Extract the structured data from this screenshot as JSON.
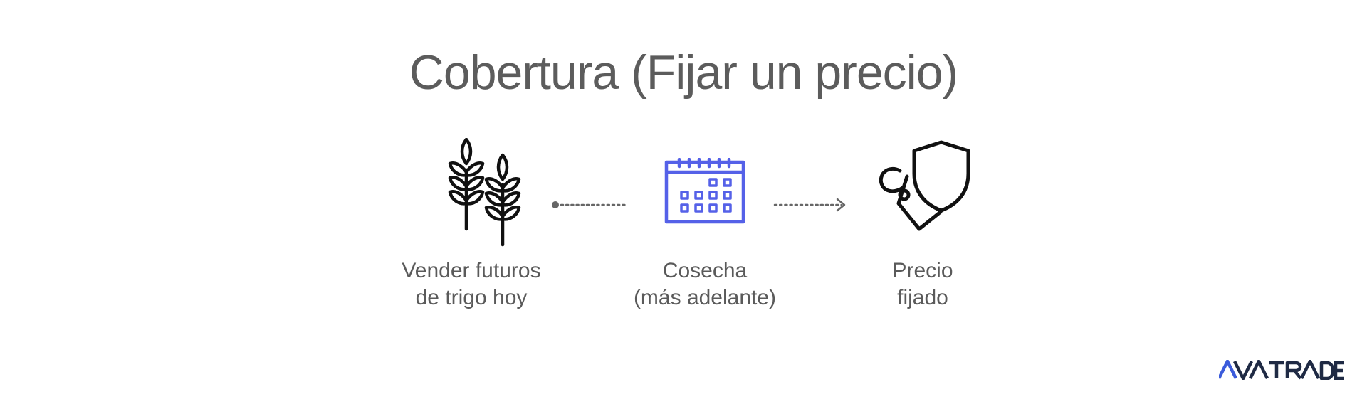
{
  "diagram": {
    "title": "Cobertura (Fijar un precio)",
    "steps": [
      {
        "icon": "wheat-icon",
        "line1": "Vender futuros",
        "line2": "de trigo hoy"
      },
      {
        "icon": "calendar-icon",
        "line1": "Cosecha",
        "line2": "(más adelante)"
      },
      {
        "icon": "price-tag-shield-icon",
        "line1": "Precio",
        "line2": "fijado"
      }
    ],
    "colors": {
      "text": "#5c5c5c",
      "icon_dark": "#111111",
      "calendar_accent": "#5561e8",
      "connector": "#666666"
    }
  },
  "brand": {
    "logo_text": "AVATRADE",
    "logo_accent": "#3b5bdb",
    "logo_dark": "#1f2a44"
  }
}
